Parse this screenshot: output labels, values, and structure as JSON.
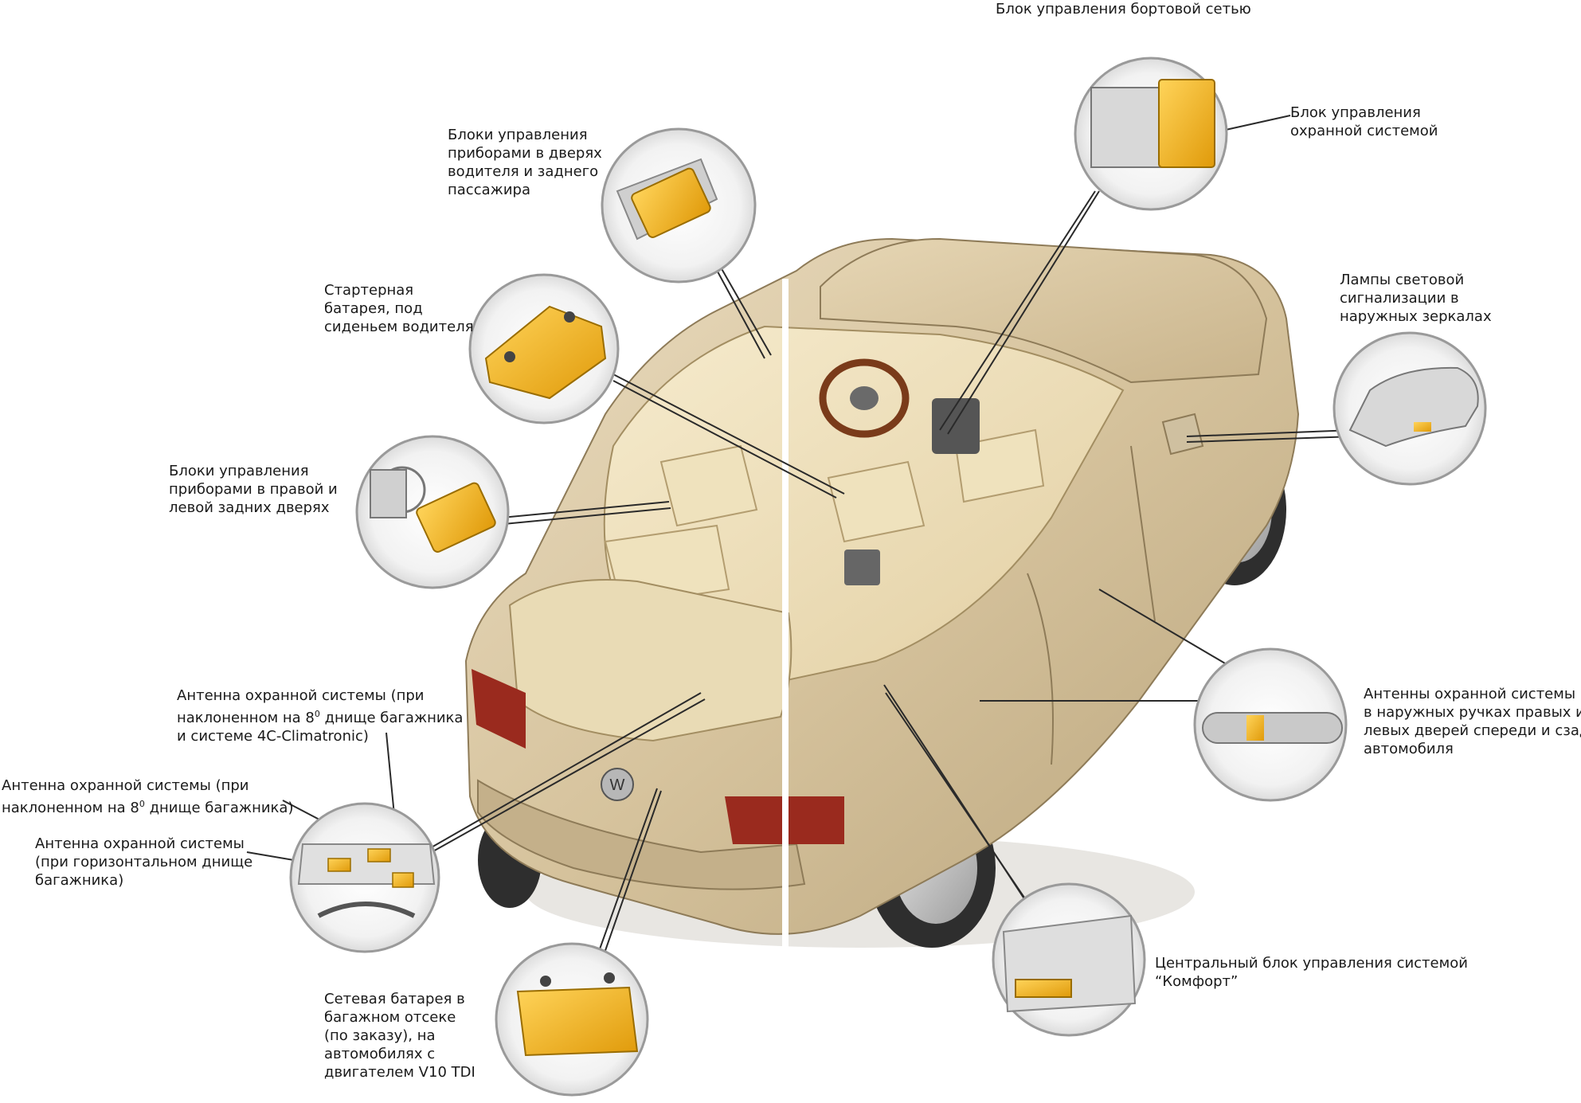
{
  "labels": {
    "onboard_supply_cu": "Блок управления бортовой сетью",
    "anti_theft_cu": [
      "Блок управления",
      "охранной системой"
    ],
    "front_door_cu": [
      "Блоки управления",
      "приборами в дверях",
      "водителя и заднего",
      "пассажира"
    ],
    "starter_battery": [
      "Стартерная",
      "батарея, под",
      "сиденьем водителя"
    ],
    "rear_door_cu": [
      "Блоки управления",
      "приборами в правой и",
      "левой задних дверях"
    ],
    "mirror_lamps": [
      "Лампы световой",
      "сигнализации в",
      "наружных зеркалах"
    ],
    "antenna_4c": [
      "Антенна охранной системы (при",
      "наклоненном на 8",
      "0",
      " днище багажника",
      "и системе 4C-Climatronic)"
    ],
    "antenna_8deg": [
      "Антенна охранной системы (при",
      "наклоненном на 8",
      "0",
      " днище багажника)"
    ],
    "antenna_horizontal": [
      "Антенна охранной системы",
      "(при горизонтальном днище",
      "багажника)"
    ],
    "door_handle_antennas": [
      "Антенны охранной системы",
      "в наружных ручках правых и",
      "левых дверей спереди и сзади",
      "автомобиля"
    ],
    "comfort_cu": [
      "Центральный блок управления системой",
      "“Комфорт”"
    ],
    "network_battery": [
      "Сетевая батарея в",
      "багажном отсеке",
      "(по заказу), на",
      "автомобилях с",
      "двигателем V10 TDI"
    ]
  },
  "colors": {
    "car_body": "#d9c7a3",
    "interior": "#efe0ba",
    "component": "#f2b81e",
    "lens_ring": "#9a9a9a",
    "leader_line": "#2a2a2a",
    "tail_light": "#9a2a1e"
  }
}
